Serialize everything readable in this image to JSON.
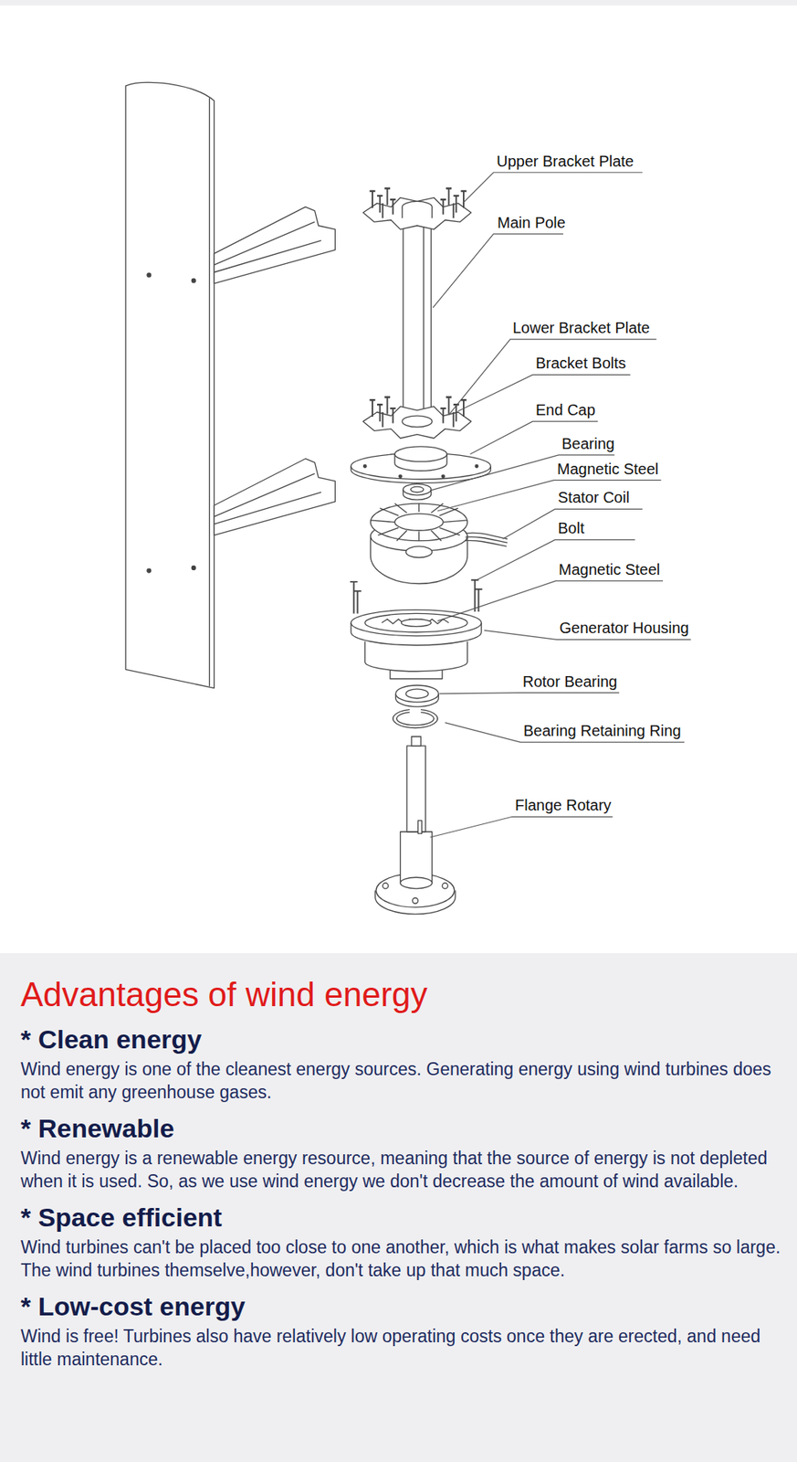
{
  "diagram": {
    "title": "Advantages of wind energy",
    "labels": [
      "Upper Bracket Plate",
      "Main Pole",
      "Lower Bracket Plate",
      "Bracket Bolts",
      "End Cap",
      "Bearing",
      "Magnetic Steel",
      "Stator Coil",
      "Bolt",
      "Magnetic Steel",
      "Generator Housing",
      "Rotor Bearing",
      "Bearing Retaining Ring",
      "Flange Rotary",
      "* Clean energy",
      "Wind energy is one of the cleanest energy sources. Generating energy using wind turbines does not emit any greenhouse gases.",
      "* Renewable",
      "Wind energy is a renewable energy resource, meaning that the source of energy is not depleted when it is used. So, as we use wind energy we don't decrease the amount of wind available.",
      "* Space efficient",
      "Wind turbines can't be placed too close to one another, which is what makes solar farms so large. The wind turbines themselve,however, don't take up that much space.",
      "* Low-cost energy",
      "Wind is free! Turbines also have relatively low operating costs once they are erected, and need little maintenance."
    ]
  }
}
